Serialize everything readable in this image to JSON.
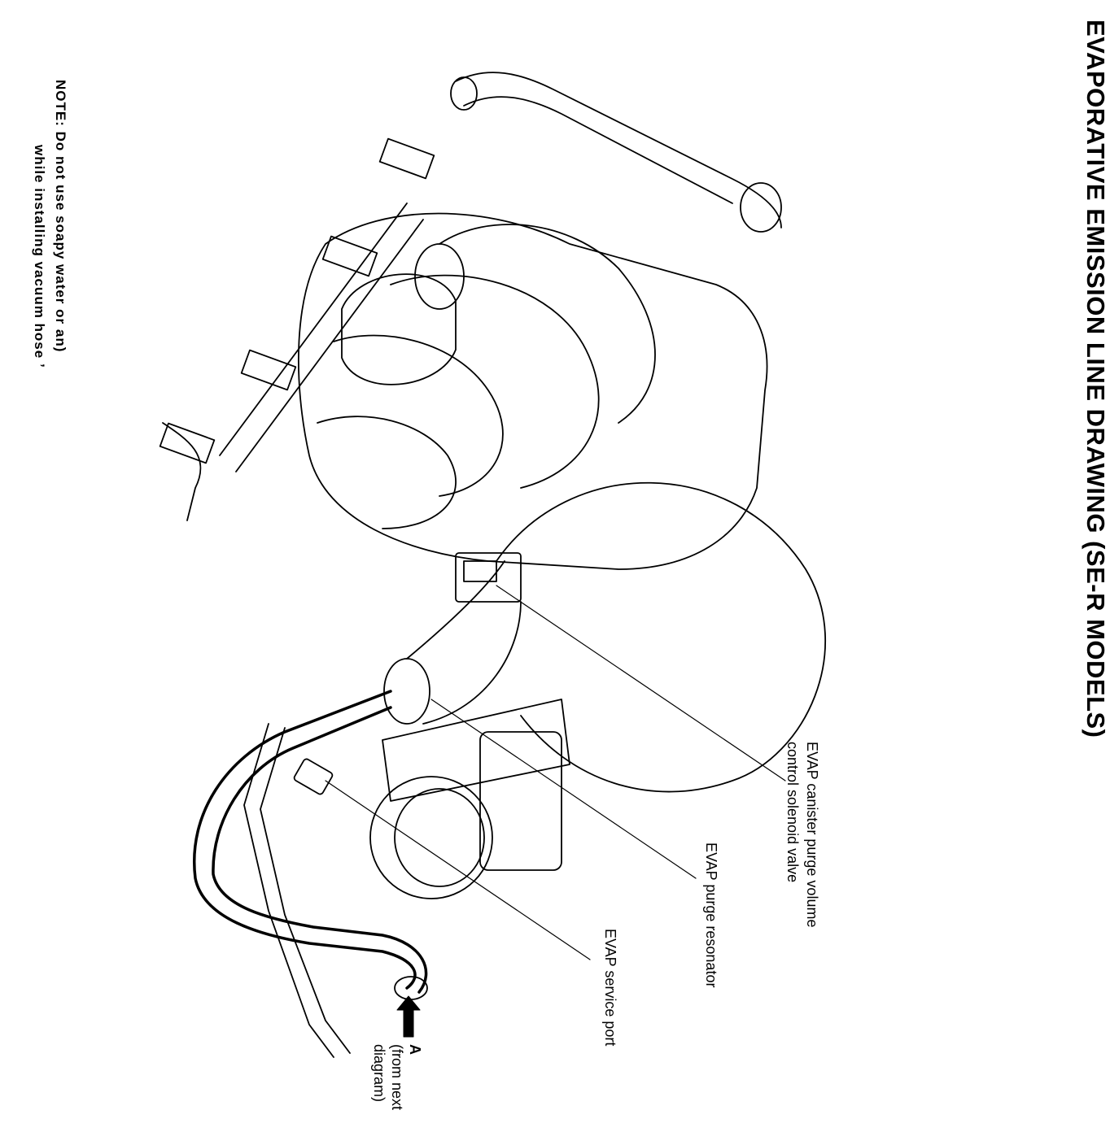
{
  "title": "EVAPORATIVE EMISSION LINE DRAWING (SE-R MODELS)",
  "note": {
    "line1": "NOTE: Do not use soapy water or an)",
    "line2": "while installing vacuum hose ’"
  },
  "labels": {
    "purge_valve_line1": "EVAP canister purge volume",
    "purge_valve_line2": "control solenoid valve",
    "resonator": "EVAP purge resonator",
    "service_port": "EVAP service port",
    "from_letter": "A",
    "from_line1": "(from next",
    "from_line2": "diagram)"
  },
  "colors": {
    "ink": "#000000",
    "paper": "#ffffff"
  }
}
